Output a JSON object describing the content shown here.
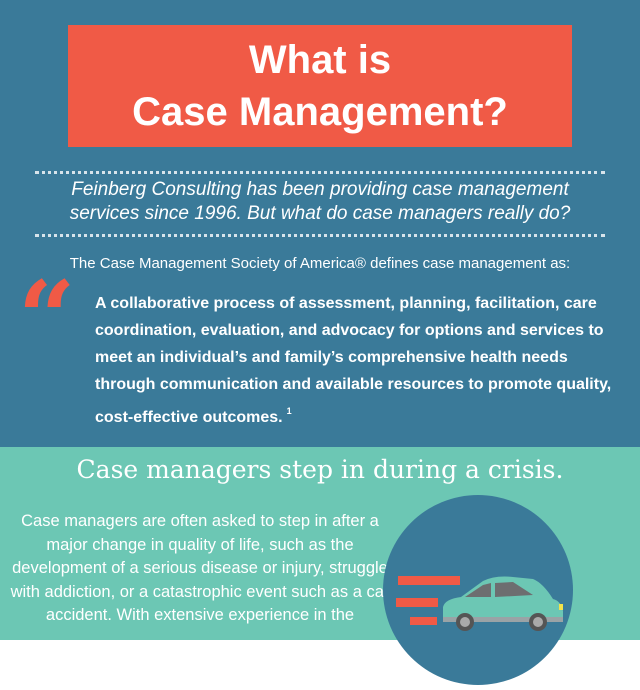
{
  "colors": {
    "blue": "#3a7a99",
    "red": "#f05a46",
    "teal": "#6cc7b4"
  },
  "header": {
    "title_line1": "What is",
    "title_line2": "Case Management?"
  },
  "intro": {
    "line1": "Feinberg Consulting has been providing case management",
    "line2": "services since 1996. But what do case managers really do?"
  },
  "definition": {
    "lead": "The Case Management Society of America® defines case management as:",
    "quote_icon": "quotation-mark-icon",
    "quote": "A collaborative process of assessment, planning, facilitation, care coordination, evaluation, and advocacy for options and services to meet an individual’s and family’s comprehensive health needs through communication and available resources to promote quality, cost-effective outcomes.",
    "footnote": "1"
  },
  "crisis": {
    "heading": "Case managers step in during a crisis.",
    "body": "Case managers are often asked to step in after a major change in quality of life, such as the development of a serious disease or injury, struggle with addiction, or a catastrophic event such as a car accident. With extensive experience in the",
    "illustration_icon": "speeding-car-icon"
  }
}
